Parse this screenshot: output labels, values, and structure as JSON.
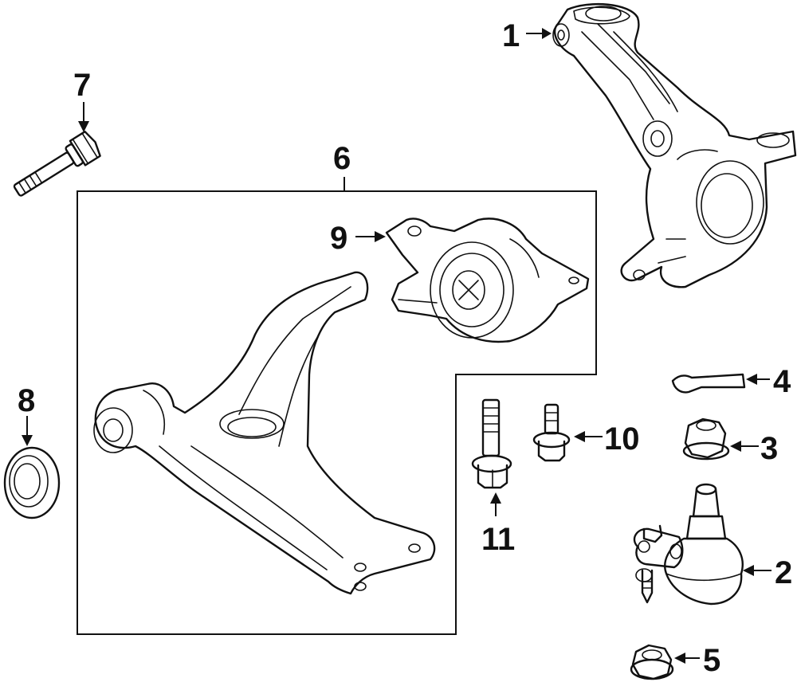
{
  "diagram": {
    "type": "parts-exploded-view",
    "callouts": [
      "1",
      "2",
      "3",
      "4",
      "5",
      "6",
      "7",
      "8",
      "9",
      "10",
      "11"
    ]
  }
}
